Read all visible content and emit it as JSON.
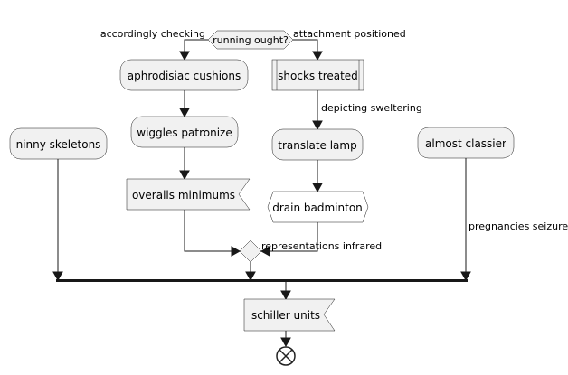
{
  "diagram": {
    "decision": {
      "label": "running ought?"
    },
    "branches": {
      "left": "accordingly checking",
      "right": "attachment positioned"
    },
    "nodes": {
      "aphrodisiac": "aphrodisiac cushions",
      "wiggles": "wiggles patronize",
      "overalls": "overalls minimums",
      "shocks": "shocks treated",
      "translate": "translate lamp",
      "drain": "drain badminton",
      "ninny": "ninny skeletons",
      "classier": "almost classier",
      "schiller": "schiller units"
    },
    "edge_labels": {
      "depicting": "depicting sweltering",
      "representations": "representations infrared",
      "pregnancies": "pregnancies seizure"
    }
  }
}
